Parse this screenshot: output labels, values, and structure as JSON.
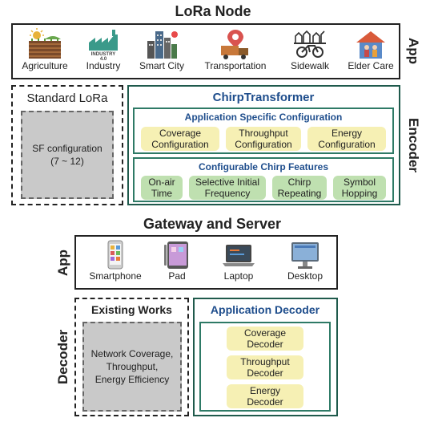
{
  "lora_node": {
    "title": "LoRa Node",
    "side_label": "App",
    "apps": [
      {
        "label": "Agriculture",
        "icon": "agriculture-icon"
      },
      {
        "label": "Industry",
        "icon": "industry-icon",
        "badge": "INDUSTRY 4.0"
      },
      {
        "label": "Smart City",
        "icon": "smart-city-icon"
      },
      {
        "label": "Transportation",
        "icon": "transportation-icon"
      },
      {
        "label": "Sidewalk",
        "icon": "sidewalk-icon"
      },
      {
        "label": "Elder Care",
        "icon": "elder-care-icon"
      }
    ]
  },
  "encoder": {
    "side_label": "Encoder",
    "standard_lora": {
      "title": "Standard LoRa",
      "content": "SF configuration",
      "range": "(7 ~ 12)"
    },
    "chirp_transformer": {
      "title": "ChirpTransformer",
      "app_config": {
        "title": "Application Specific Configuration",
        "items": [
          {
            "line1": "Coverage",
            "line2": "Configuration"
          },
          {
            "line1": "Throughput",
            "line2": "Configuration"
          },
          {
            "line1": "Energy",
            "line2": "Configuration"
          }
        ]
      },
      "chirp_features": {
        "title": "Configurable Chirp Features",
        "items": [
          {
            "line1": "On-air",
            "line2": "Time"
          },
          {
            "line1": "Selective Initial",
            "line2": "Frequency"
          },
          {
            "line1": "Chirp",
            "line2": "Repeating"
          },
          {
            "line1": "Symbol",
            "line2": "Hopping"
          }
        ]
      }
    }
  },
  "gateway": {
    "title": "Gateway and Server",
    "side_label": "App",
    "devices": [
      {
        "label": "Smartphone",
        "icon": "smartphone-icon"
      },
      {
        "label": "Pad",
        "icon": "tablet-icon"
      },
      {
        "label": "Laptop",
        "icon": "laptop-icon"
      },
      {
        "label": "Desktop",
        "icon": "desktop-icon"
      }
    ]
  },
  "decoder": {
    "side_label": "Decoder",
    "existing_works": {
      "title": "Existing Works",
      "line1": "Network Coverage,",
      "line2": "Throughput,",
      "line3": "Energy Efficiency"
    },
    "application_decoder": {
      "title": "Application Decoder",
      "items": [
        {
          "line1": "Coverage",
          "line2": "Decoder"
        },
        {
          "line1": "Throughput",
          "line2": "Decoder"
        },
        {
          "line1": "Energy",
          "line2": "Decoder"
        }
      ]
    }
  }
}
